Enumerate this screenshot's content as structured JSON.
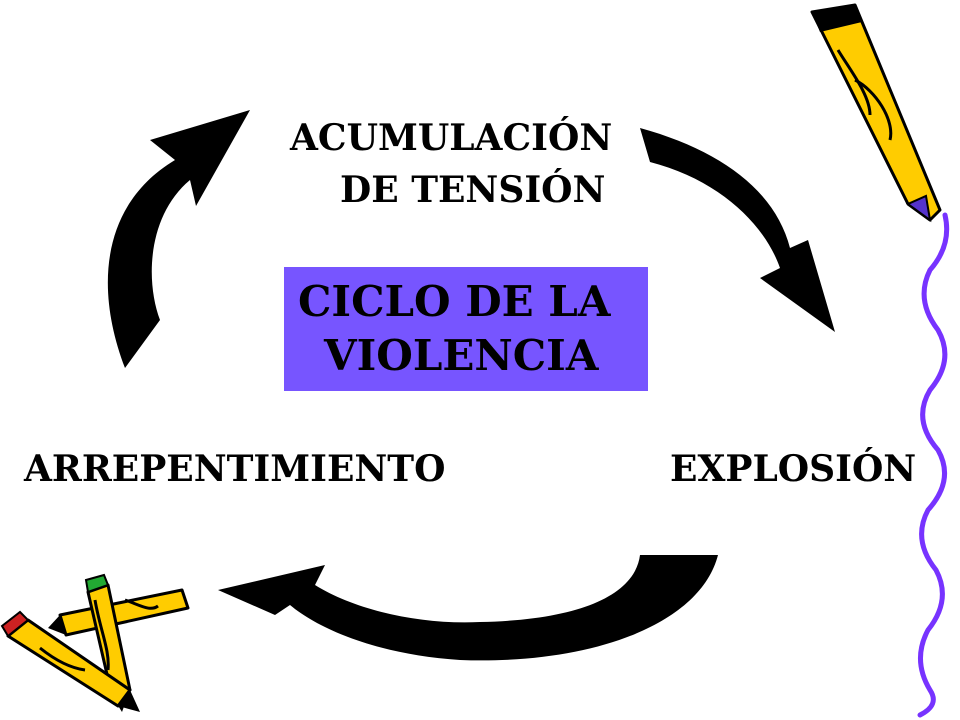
{
  "diagram": {
    "title_lines": [
      "CICLO DE LA",
      "VIOLENCIA"
    ],
    "stages": {
      "top": [
        "ACUMULACIÓN",
        "DE TENSIÓN"
      ],
      "left": "ARREPENTIMIENTO",
      "right": "EXPLOSIÓN"
    }
  },
  "colors": {
    "title_box": "#7755ff",
    "arrows": "#000000",
    "pencil_body": "#ffcc00",
    "border_line": "#7733ff"
  },
  "decorations": [
    "pencil-icon",
    "pencils-icon",
    "wavy-border-line"
  ]
}
